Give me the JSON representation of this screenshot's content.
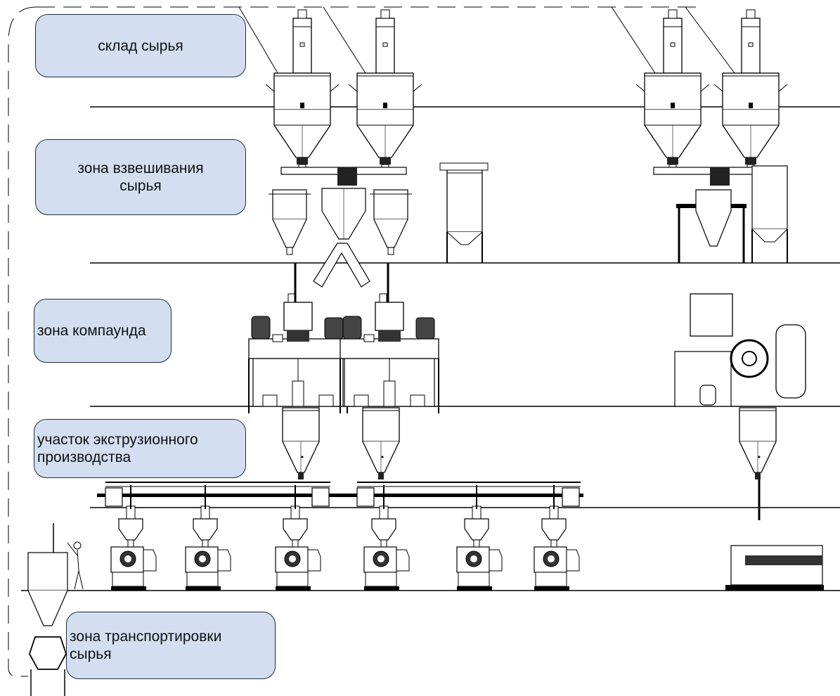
{
  "zones": [
    {
      "id": "raw-storage",
      "text": "склад сырья"
    },
    {
      "id": "weighing",
      "text": "зона взвешивания\nсырья"
    },
    {
      "id": "compounding",
      "text": "зона компаунда"
    },
    {
      "id": "extrusion",
      "text": "участок экструзионного\nпроизводства"
    },
    {
      "id": "transport",
      "text": "зона транспортировки\nсырья"
    }
  ],
  "colors": {
    "label_fill": "#d3dff1",
    "label_border": "#1d2b3f",
    "line": "#000000"
  }
}
